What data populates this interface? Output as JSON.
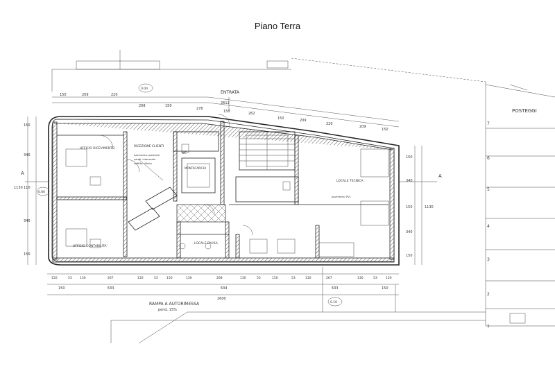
{
  "title": "Piano Terra",
  "labels": {
    "entrance": "ENTRATA",
    "parking": "POSTEGGI",
    "ramp": "RAMPA A AUTORIMESSA",
    "ramp_slope": "pend. 15%",
    "section_a": "A",
    "room_reception": "UFFICIO RICEVIMENTO",
    "room_clients": "RICEZIONE CLIENTI",
    "room_deposit": "MONTACARICHI",
    "room_accounting": "UFFICIO CONTABILITA'",
    "room_pause": "LOCALE PAUSA",
    "room_technical": "LOCALE TECNICA",
    "room_wc": "WC",
    "spec_floor": "pavimento: piastrelle",
    "spec_walls": "pareti: intonacate",
    "spec_ceiling": "soffitto: rifinito",
    "spec_technical": "pavimento: PVC",
    "level_top": "0.00",
    "level_left": "0.00",
    "level_bottom": "0.10"
  },
  "dimensions": {
    "top_row": [
      "150",
      "209",
      "220",
      "208",
      "150",
      "276",
      "150",
      "262",
      "150",
      "209",
      "220",
      "209",
      "150"
    ],
    "top_total": "2612",
    "bottom_row1": [
      "150",
      "53",
      "130",
      "267",
      "130",
      "53",
      "150",
      "130",
      "268",
      "130",
      "53",
      "150",
      "53",
      "130",
      "267",
      "130",
      "53",
      "150"
    ],
    "bottom_row2": [
      "150",
      "633",
      "634",
      "633",
      "150"
    ],
    "bottom_total": "2600",
    "left_col": [
      "150",
      "340",
      "110",
      "340",
      "150"
    ],
    "left_total": "1130",
    "right_col": [
      "150",
      "340",
      "150",
      "340",
      "150"
    ],
    "right_total": "1130"
  },
  "parking_numbers": [
    "7",
    "6",
    "5",
    "4",
    "3",
    "2",
    "1"
  ]
}
